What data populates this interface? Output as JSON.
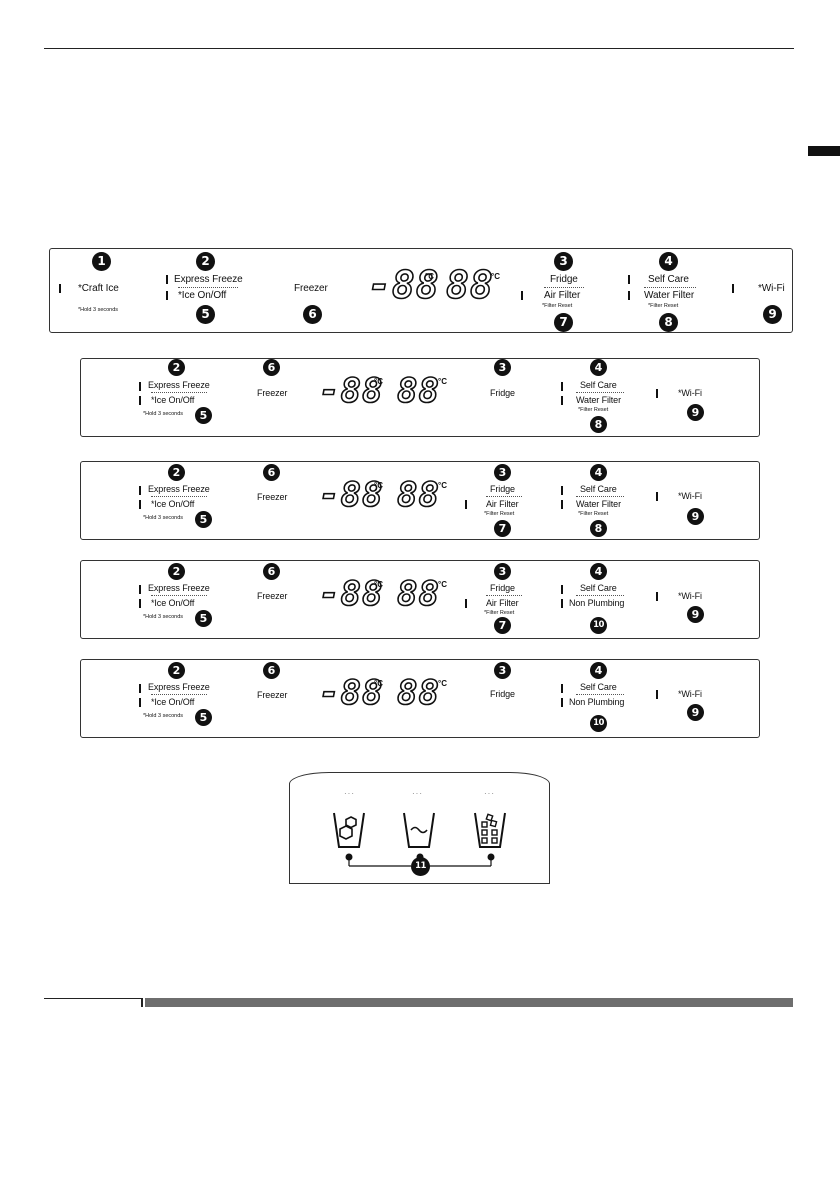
{
  "panel_a": {
    "craft_ice": "*Craft Ice",
    "hold_note": "*Hold 3 seconds",
    "express_freeze": "Express Freeze",
    "ice_on_off": "*Ice On/Off",
    "freezer": "Freezer",
    "seg_left": "-88",
    "seg_right": "88",
    "deg_unit": "°C",
    "fridge": "Fridge",
    "air_filter": "Air Filter",
    "air_filter_reset": "*Filter Reset",
    "self_care": "Self Care",
    "water_filter": "Water Filter",
    "water_filter_reset": "*Filter Reset",
    "wifi": "*Wi-Fi",
    "n1": "1",
    "n2": "2",
    "n3": "3",
    "n4": "4",
    "n5": "5",
    "n6": "6",
    "n7": "7",
    "n8": "8",
    "n9": "9"
  },
  "panel_b": {
    "express_freeze": "Express Freeze",
    "ice_on_off": "*Ice On/Off",
    "hold_note": "*Hold 3 seconds",
    "freezer": "Freezer",
    "seg_left": "-88",
    "seg_right": "88",
    "deg_unit": "°C",
    "fridge": "Fridge",
    "self_care": "Self Care",
    "water_filter": "Water Filter",
    "water_filter_reset": "*Filter Reset",
    "wifi": "*Wi-Fi",
    "n2": "2",
    "n3": "3",
    "n4": "4",
    "n5": "5",
    "n6": "6",
    "n8": "8",
    "n9": "9"
  },
  "panel_c": {
    "express_freeze": "Express Freeze",
    "ice_on_off": "*Ice On/Off",
    "hold_note": "*Hold 3 seconds",
    "freezer": "Freezer",
    "seg_left": "-88",
    "seg_right": "88",
    "deg_unit": "°C",
    "fridge": "Fridge",
    "air_filter": "Air Filter",
    "air_filter_reset": "*Filter Reset",
    "self_care": "Self Care",
    "water_filter": "Water Filter",
    "water_filter_reset": "*Filter Reset",
    "wifi": "*Wi-Fi",
    "n2": "2",
    "n3": "3",
    "n4": "4",
    "n5": "5",
    "n6": "6",
    "n7": "7",
    "n8": "8",
    "n9": "9"
  },
  "panel_d": {
    "express_freeze": "Express Freeze",
    "ice_on_off": "*Ice On/Off",
    "hold_note": "*Hold 3 seconds",
    "freezer": "Freezer",
    "seg_left": "-88",
    "seg_right": "88",
    "deg_unit": "°C",
    "fridge": "Fridge",
    "air_filter": "Air Filter",
    "air_filter_reset": "*Filter Reset",
    "self_care": "Self Care",
    "non_plumbing": "Non Plumbing",
    "wifi": "*Wi-Fi",
    "n2": "2",
    "n3": "3",
    "n4": "4",
    "n5": "5",
    "n6": "6",
    "n7": "7",
    "n9": "9",
    "n10": "10"
  },
  "panel_e": {
    "express_freeze": "Express Freeze",
    "ice_on_off": "*Ice On/Off",
    "hold_note": "*Hold 3 seconds",
    "freezer": "Freezer",
    "seg_left": "-88",
    "seg_right": "88",
    "deg_unit": "°C",
    "fridge": "Fridge",
    "self_care": "Self Care",
    "non_plumbing": "Non Plumbing",
    "wifi": "*Wi-Fi",
    "n2": "2",
    "n3": "3",
    "n4": "4",
    "n5": "5",
    "n6": "6",
    "n9": "9",
    "n10": "10"
  },
  "water_panel": {
    "indicator_dots": "···",
    "n11": "11",
    "icons": [
      "cubed-ice-icon",
      "water-icon",
      "crushed-ice-icon"
    ]
  }
}
